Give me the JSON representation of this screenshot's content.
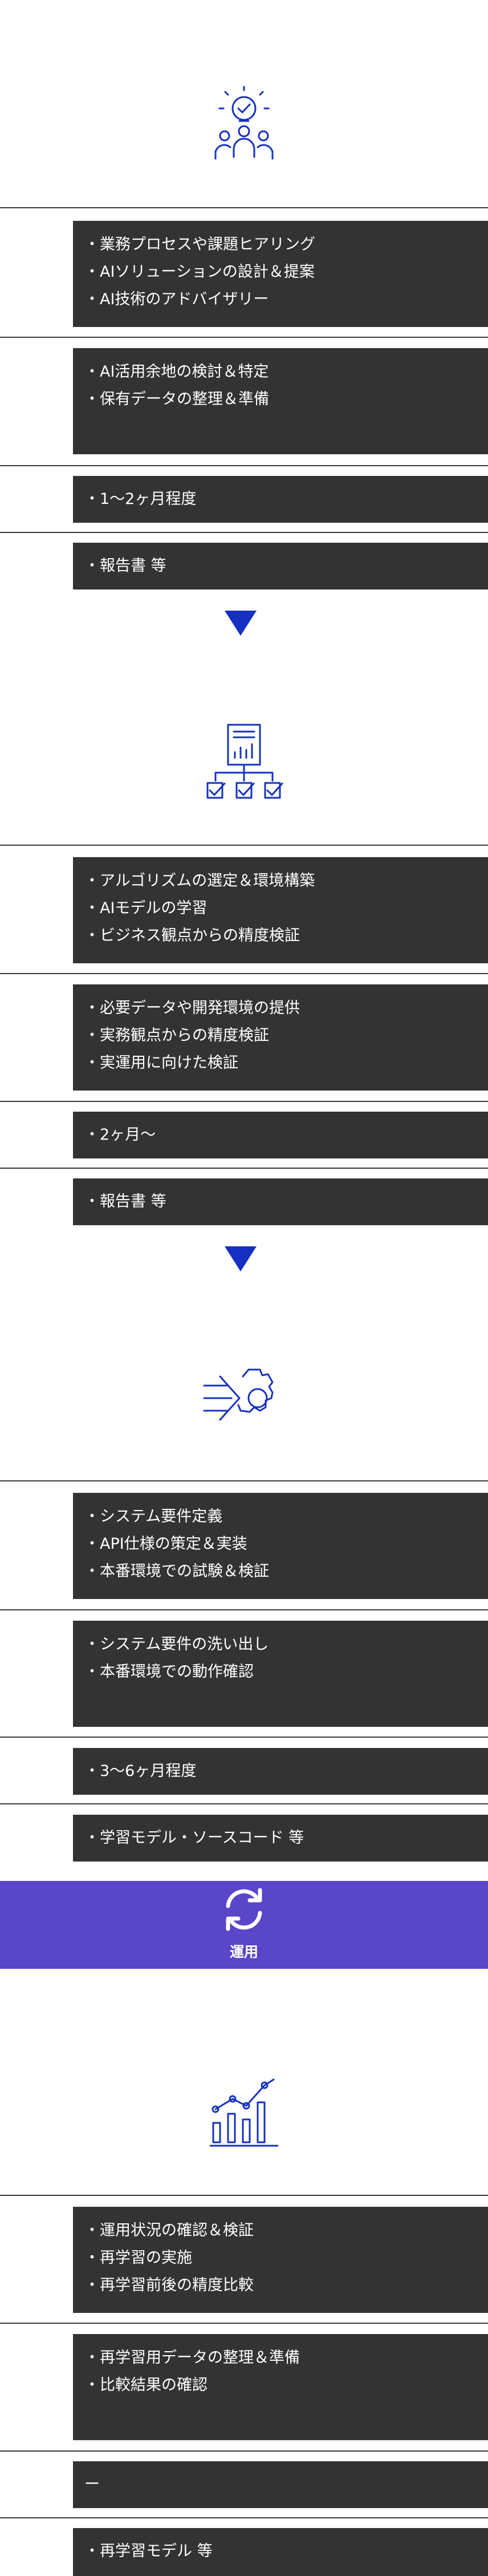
{
  "colors": {
    "accent_blue": "#1530c0",
    "box_bg": "#333333",
    "band_purple": "#5946c8",
    "line": "#3a3a3a"
  },
  "icons": [
    "lightbulb-team-icon",
    "report-flow-icon",
    "gear-arrow-icon",
    "refresh-icon",
    "growth-chart-icon"
  ],
  "phases": [
    {
      "content_items": [
        "業務プロセスや課題ヒアリング",
        "AIソリューションの設計＆提案",
        "AI技術のアドバイザリー"
      ],
      "request_items": [
        "AI活用余地の検討＆特定",
        "保有データの整理＆準備"
      ],
      "period": "1〜2ヶ月程度",
      "deliverable": "報告書 等"
    },
    {
      "content_items": [
        "アルゴリズムの選定＆環境構築",
        "AIモデルの学習",
        "ビジネス観点からの精度検証"
      ],
      "request_items": [
        "必要データや開発環境の提供",
        "実務観点からの精度検証",
        "実運用に向けた検証"
      ],
      "period": "2ヶ月〜",
      "deliverable": "報告書 等"
    },
    {
      "content_items": [
        "システム要件定義",
        "API仕様の策定＆実装",
        "本番環境での試験＆検証"
      ],
      "request_items": [
        "システム要件の洗い出し",
        "本番環境での動作確認"
      ],
      "period": "3〜6ヶ月程度",
      "deliverable": "学習モデル・ソースコード 等"
    },
    {
      "content_items": [
        "運用状況の確認＆検証",
        "再学習の実施",
        "再学習前後の精度比較"
      ],
      "request_items": [
        "再学習用データの整理＆準備",
        "比較結果の確認"
      ],
      "period": "ー",
      "deliverable": "再学習モデル 等"
    }
  ],
  "operation_band": {
    "label": "運用"
  }
}
